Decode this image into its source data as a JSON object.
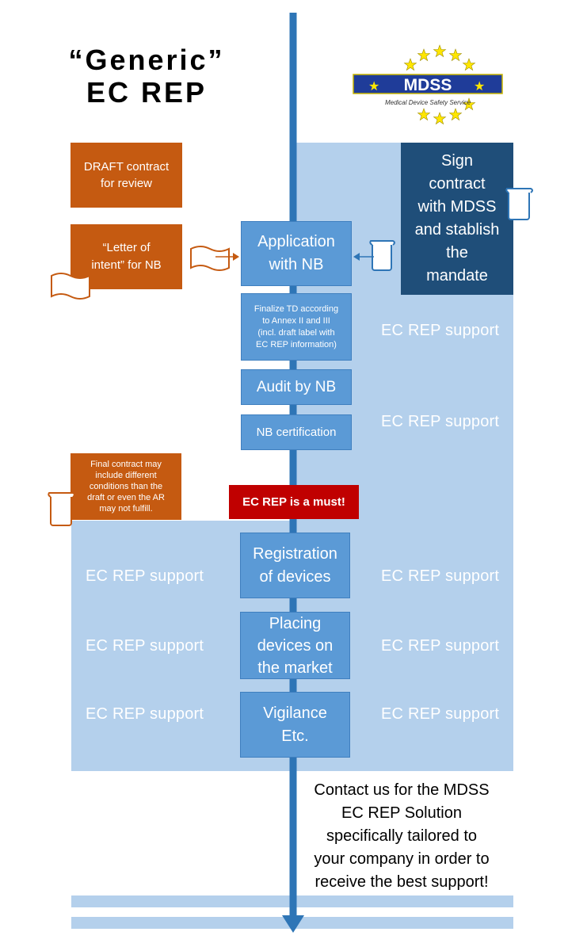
{
  "title": {
    "line1": "“Generic”",
    "line2": "EC REP"
  },
  "logo": {
    "text": "MDSS",
    "subtitle": "Medical Device Safety Service"
  },
  "steps": {
    "draft_contract": "DRAFT contract\nfor review",
    "letter_of_intent": "“Letter of\nintent” for NB",
    "sign_contract": "Sign\ncontract\nwith MDSS\nand stablish\nthe\nmandate",
    "application": "Application\nwith NB",
    "finalize_td": "Finalize TD according\nto Annex II and III\n(incl. draft label with\nEC REP information)",
    "audit": "Audit by NB",
    "certification": "NB certification",
    "final_contract": "Final contract may\ninclude different\nconditions than the\ndraft or even the AR\nmay not fulfill.",
    "must": "EC REP is a must!",
    "registration": "Registration\nof devices",
    "placing": "Placing\ndevices on\nthe market",
    "vigilance": "Vigilance\nEtc."
  },
  "support_label": "EC REP support",
  "contact": "Contact us for the MDSS\nEC REP Solution\nspecifically tailored to\nyour company in order to\nreceive the best support!",
  "colors": {
    "blue_box": "#5b9ad6",
    "light_bg": "#b4d0ec",
    "arrow": "#2e75b6",
    "orange": "#c55a11",
    "dark_blue": "#1f4e79",
    "red": "#c00000"
  }
}
